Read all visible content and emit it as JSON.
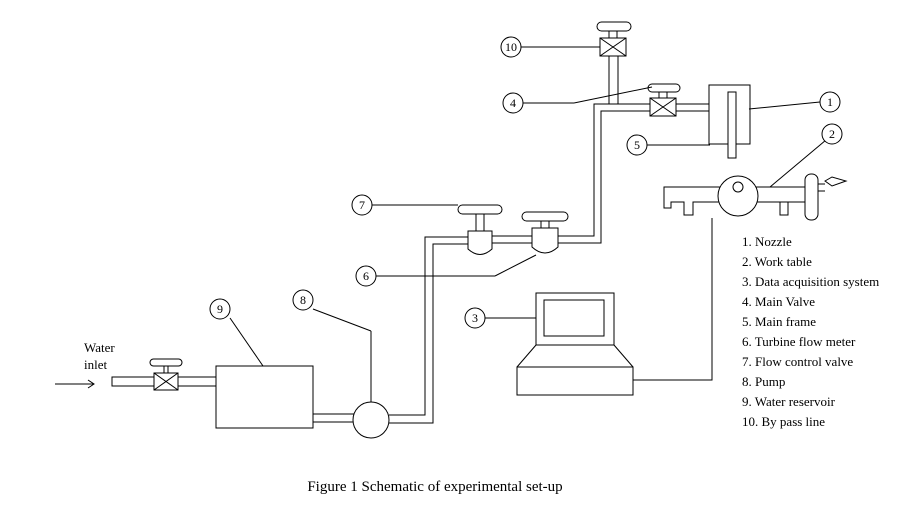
{
  "diagram": {
    "title": "Schematic of experimental set-up",
    "caption": "Figure 1 Schematic of experimental set-up",
    "water_inlet": {
      "line1": "Water",
      "line2": "inlet"
    },
    "callouts": {
      "c1": "1",
      "c2": "2",
      "c3": "3",
      "c4": "4",
      "c5": "5",
      "c6": "6",
      "c7": "7",
      "c8": "8",
      "c9": "9",
      "c10": "10"
    },
    "legend": [
      {
        "number": "1",
        "text": "1. Nozzle"
      },
      {
        "number": "2",
        "text": "2. Work table"
      },
      {
        "number": "3",
        "text": "3. Data acquisition system"
      },
      {
        "number": "4",
        "text": "4. Main Valve"
      },
      {
        "number": "5",
        "text": "5. Main frame"
      },
      {
        "number": "6",
        "text": "6. Turbine flow meter"
      },
      {
        "number": "7",
        "text": "7. Flow control valve"
      },
      {
        "number": "8",
        "text": "8. Pump"
      },
      {
        "number": "9",
        "text": "9. Water reservoir"
      },
      {
        "number": "10",
        "text": "10. By pass line"
      }
    ]
  }
}
